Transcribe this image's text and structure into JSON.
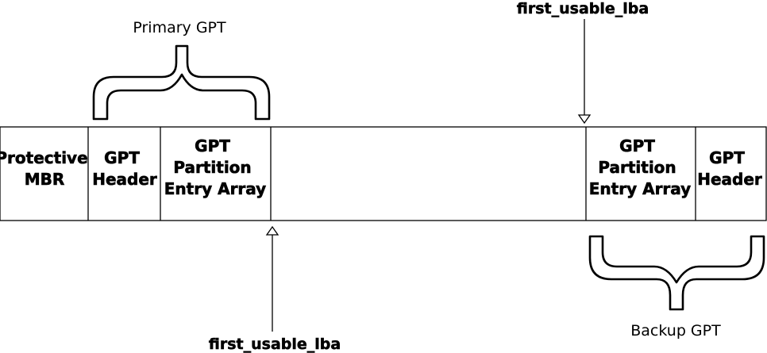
{
  "segments": [
    {
      "id": "protective-mbr",
      "lines": [
        "Protective",
        "MBR"
      ]
    },
    {
      "id": "primary-gpt-header",
      "lines": [
        "GPT",
        "Header"
      ]
    },
    {
      "id": "primary-partition-array",
      "lines": [
        "GPT",
        "Partition",
        "Entry Array"
      ]
    },
    {
      "id": "free-space",
      "lines": []
    },
    {
      "id": "backup-partition-array",
      "lines": [
        "GPT",
        "Partition",
        "Entry Array"
      ]
    },
    {
      "id": "backup-gpt-header",
      "lines": [
        "GPT",
        "Header"
      ]
    }
  ],
  "groups": {
    "primary": "Primary GPT",
    "backup": "Backup GPT"
  },
  "markers": {
    "top": "first_usable_lba",
    "bottom": "first_usable_lba"
  },
  "colors": {
    "stroke": "#000000",
    "background": "#ffffff"
  }
}
